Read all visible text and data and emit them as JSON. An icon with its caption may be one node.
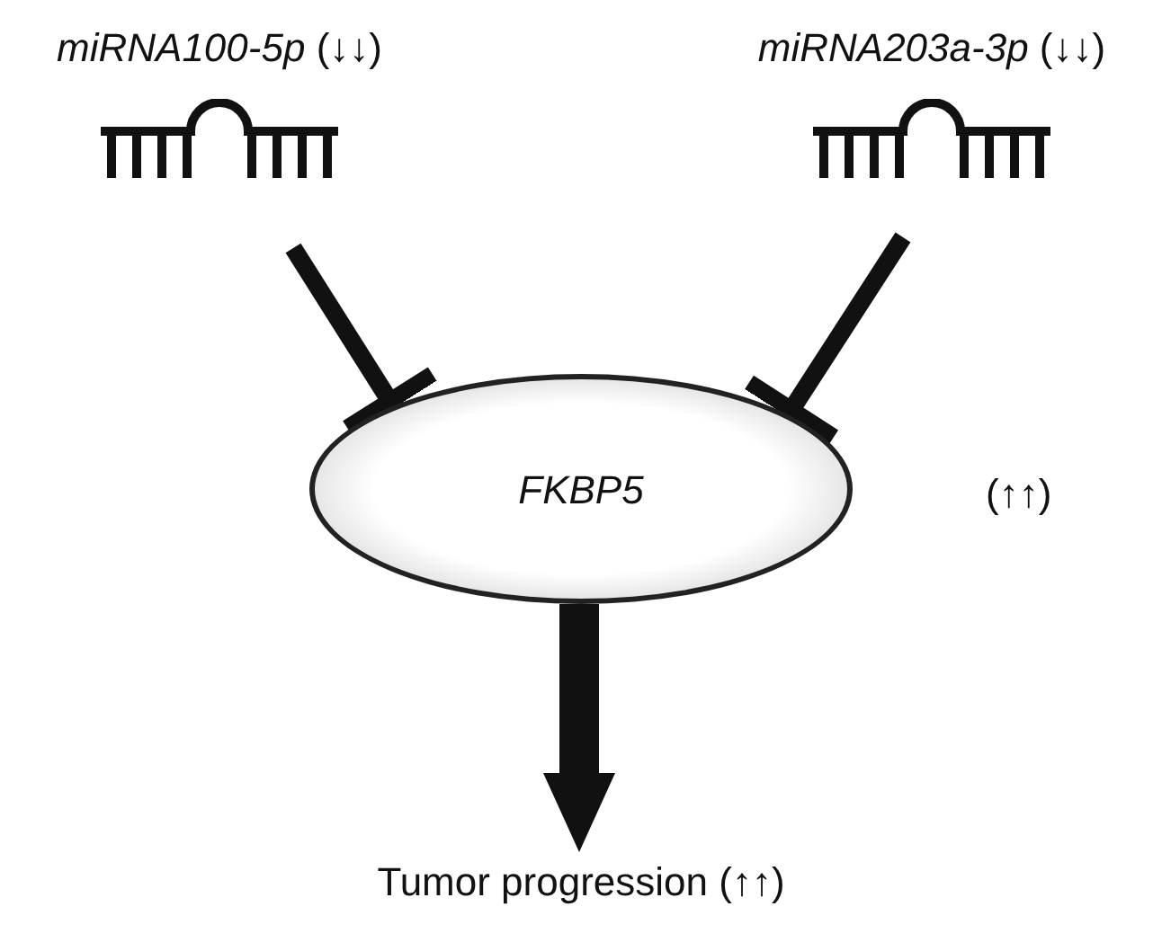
{
  "diagram": {
    "nodes": [
      {
        "text": [
          "*miRNA100-5p* (↓↓)"
        ]
      },
      {
        "text": [
          "*miRNA203a-3p* (↓↓)"
        ]
      },
      {
        "text": [
          "FKBP5"
        ],
        "beside": [
          "(↑↑)"
        ]
      },
      {
        "text": [
          "Tumor progression (↑↑)"
        ]
      }
    ],
    "edges": [
      {
        "from": 0,
        "to": 2,
        "arrow": "other"
      },
      {
        "from": 1,
        "to": 2,
        "arrow": "other"
      },
      {
        "from": 2,
        "to": 3,
        "arrow": "to",
        "style": "thick"
      }
    ]
  }
}
